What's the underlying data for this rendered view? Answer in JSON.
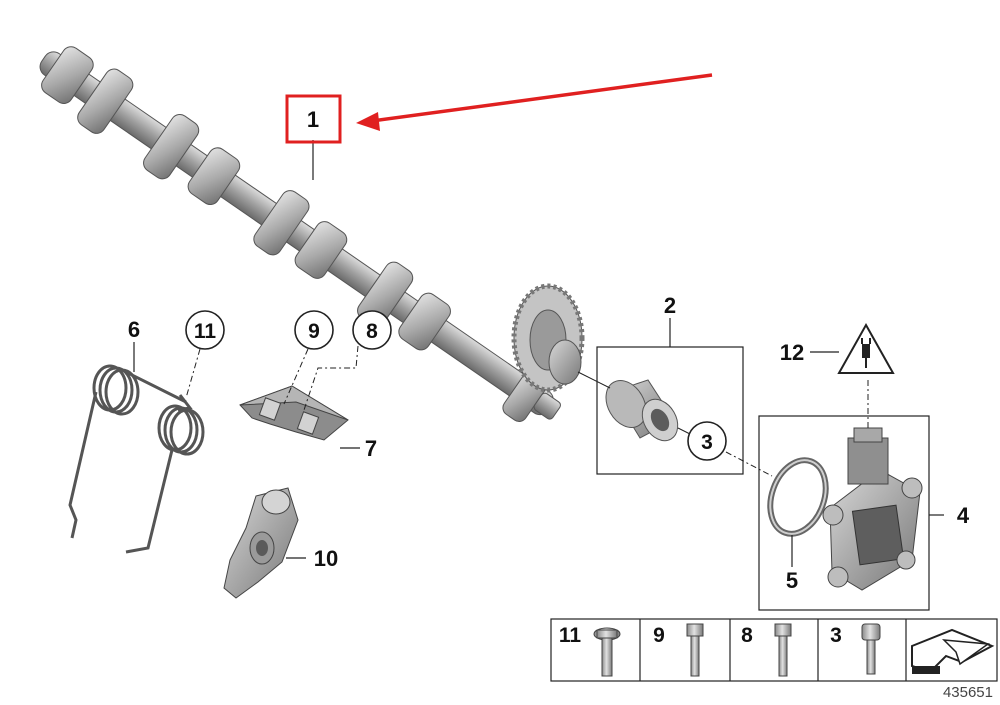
{
  "diagram": {
    "callouts": {
      "p1": "1",
      "p2": "2",
      "p3": "3",
      "p4": "4",
      "p5": "5",
      "p6": "6",
      "p7": "7",
      "p8": "8",
      "p9": "9",
      "p10": "10",
      "p11": "11",
      "p12": "12"
    },
    "fastener_table": {
      "cells": [
        {
          "label": "11",
          "icon": "flange-bolt-icon"
        },
        {
          "label": "9",
          "icon": "hex-bolt-icon"
        },
        {
          "label": "8",
          "icon": "hex-bolt-icon"
        },
        {
          "label": "3",
          "icon": "socket-cap-screw-icon"
        }
      ],
      "last_cell_icon": "assembly-arrow-icon"
    },
    "reference_number": "435651",
    "highlight_color": "#e02020",
    "part_color": "#a8a8a8"
  }
}
